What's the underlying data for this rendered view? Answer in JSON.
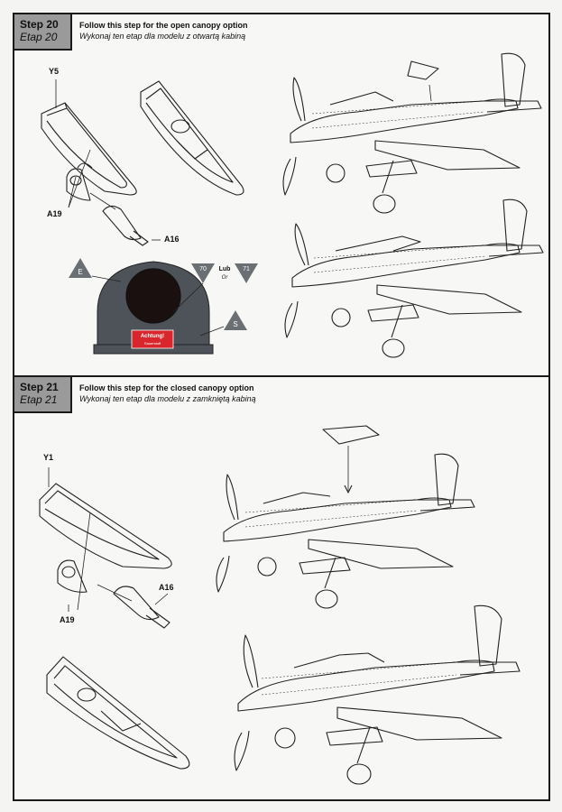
{
  "step20": {
    "step_en": "Step 20",
    "step_pl": "Etap 20",
    "title_en": "Follow this step for the open canopy option",
    "title_pl": "Wykonaj ten etap dla modelu z otwartą kabiną",
    "labels": {
      "y5": "Y5",
      "a19": "A19",
      "a16": "A16"
    },
    "paint": {
      "e": "E",
      "c70": "70",
      "lub": "Lub",
      "or": "Or",
      "c71": "71",
      "s": "S",
      "placard": "Achtung!",
      "placard_sub": "Sauerstoff"
    }
  },
  "step21": {
    "step_en": "Step 21",
    "step_pl": "Etap 21",
    "title_en": "Follow this step for the closed canopy option",
    "title_pl": "Wykonaj ten etap dla modelu z zamkniętą kabiną",
    "labels": {
      "y1": "Y1",
      "a16": "A16",
      "a19": "A19"
    }
  },
  "colors": {
    "dark_grey": "#4d5359",
    "placard_red": "#d8262c",
    "triangle_grey": "#6a6f74"
  }
}
